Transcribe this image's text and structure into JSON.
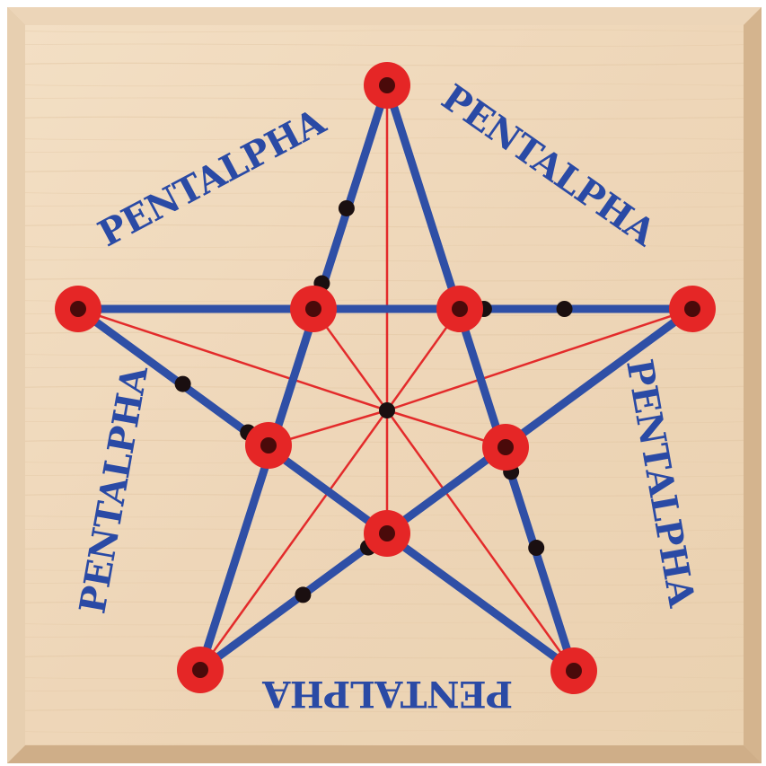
{
  "game": {
    "board_labels": [
      "PENTALPHA",
      "PENTALPHA",
      "PENTALPHA",
      "PENTALPHA",
      "PENTALPHA"
    ],
    "colors": {
      "wood_light": "#f1dcc0",
      "wood_mid": "#e6ccab",
      "wood_edge": "#dcc09e",
      "line_blue": "#2f4fa6",
      "line_red": "#e32b2b",
      "spot_red": "#e52626",
      "spot_center": "#4a0a0a",
      "junction_dark": "#1a0f10",
      "text_blue": "#2a4aa5"
    },
    "spots": [
      {
        "name": "outer-top"
      },
      {
        "name": "outer-upper-right"
      },
      {
        "name": "outer-lower-right"
      },
      {
        "name": "outer-lower-left"
      },
      {
        "name": "outer-upper-left"
      },
      {
        "name": "inner-upper-left"
      },
      {
        "name": "inner-upper-right"
      },
      {
        "name": "inner-right"
      },
      {
        "name": "inner-bottom"
      },
      {
        "name": "inner-left"
      }
    ]
  }
}
